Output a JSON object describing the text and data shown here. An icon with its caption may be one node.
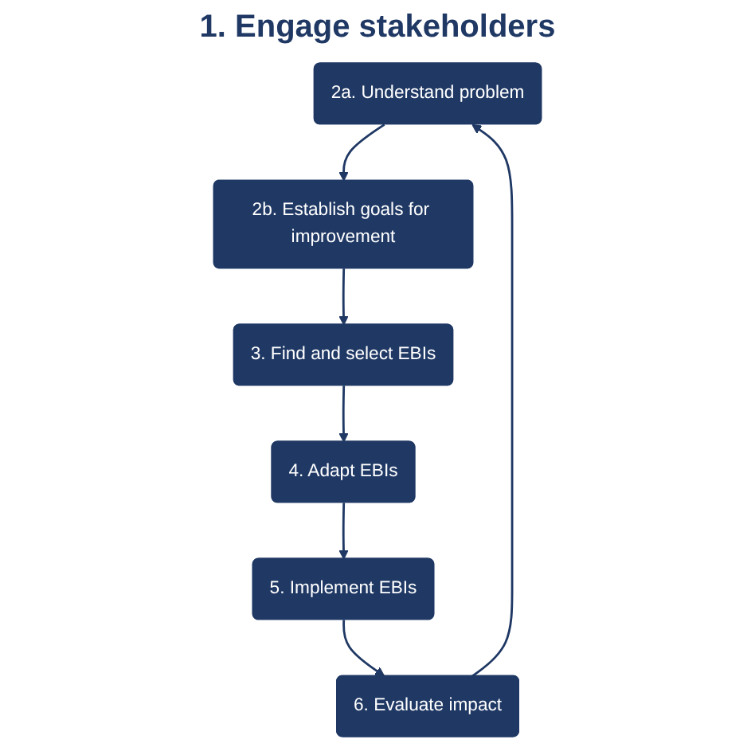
{
  "diagram": {
    "nodes": [
      {
        "text": [
          "2a. Understand problem"
        ]
      },
      {
        "text": [
          "2b. Establish goals for improvement"
        ]
      },
      {
        "text": [
          "3. Find and select EBIs"
        ]
      },
      {
        "text": [
          "4. Adapt EBIs"
        ]
      },
      {
        "text": [
          "5. Implement EBIs"
        ]
      },
      {
        "text": [
          "6. Evaluate impact"
        ]
      }
    ],
    "edges": [
      {
        "from": 0,
        "to": 1,
        "arrow": "to"
      },
      {
        "from": 1,
        "to": 2,
        "arrow": "to"
      },
      {
        "from": 2,
        "to": 3,
        "arrow": "to"
      },
      {
        "from": 3,
        "to": 4,
        "arrow": "to"
      },
      {
        "from": 4,
        "to": 5,
        "arrow": "to"
      },
      {
        "from": 5,
        "to": 0,
        "arrow": "to"
      }
    ],
    "labels": [
      "1. Engage stakeholders"
    ]
  }
}
